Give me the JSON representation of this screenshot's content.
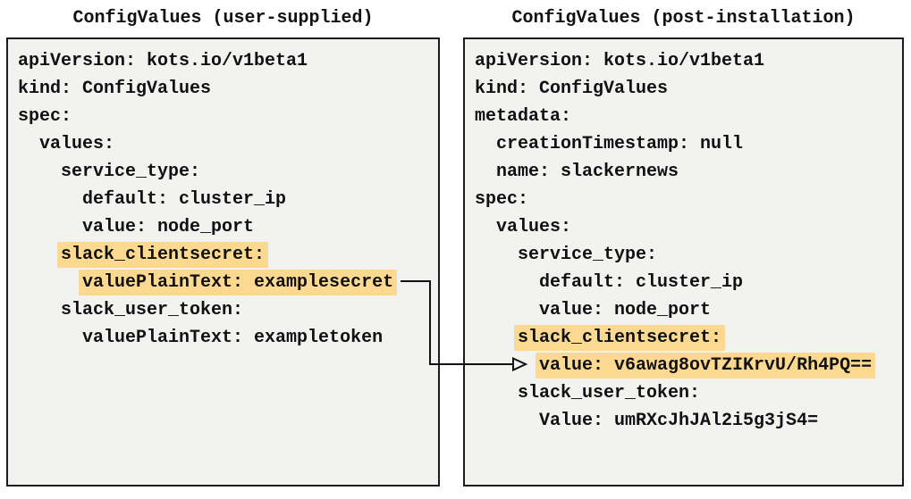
{
  "colors": {
    "highlight": "#fbd990",
    "panel_background": "#f2f2f1",
    "panel_border": "#1b1b1b",
    "arrow": "#111111"
  },
  "panels": {
    "left": {
      "title": "ConfigValues (user-supplied)",
      "lines": [
        {
          "indent": "",
          "text": "apiVersion: kots.io/v1beta1",
          "highlight": false
        },
        {
          "indent": "",
          "text": "kind: ConfigValues",
          "highlight": false
        },
        {
          "indent": "",
          "text": "spec:",
          "highlight": false
        },
        {
          "indent": "  ",
          "text": "values:",
          "highlight": false
        },
        {
          "indent": "    ",
          "text": "service_type:",
          "highlight": false
        },
        {
          "indent": "      ",
          "text": "default: cluster_ip",
          "highlight": false
        },
        {
          "indent": "      ",
          "text": "value: node_port",
          "highlight": false
        },
        {
          "indent": "    ",
          "text": "slack_clientsecret:",
          "highlight": true
        },
        {
          "indent": "      ",
          "text": "valuePlainText: examplesecret",
          "highlight": true
        },
        {
          "indent": "    ",
          "text": "slack_user_token:",
          "highlight": false
        },
        {
          "indent": "      ",
          "text": "valuePlainText: exampletoken",
          "highlight": false
        }
      ]
    },
    "right": {
      "title": "ConfigValues (post-installation)",
      "lines": [
        {
          "indent": "",
          "text": "apiVersion: kots.io/v1beta1",
          "highlight": false
        },
        {
          "indent": "",
          "text": "kind: ConfigValues",
          "highlight": false
        },
        {
          "indent": "",
          "text": "metadata:",
          "highlight": false
        },
        {
          "indent": "  ",
          "text": "creationTimestamp: null",
          "highlight": false
        },
        {
          "indent": "  ",
          "text": "name: slackernews",
          "highlight": false
        },
        {
          "indent": "",
          "text": "spec:",
          "highlight": false
        },
        {
          "indent": "  ",
          "text": "values:",
          "highlight": false
        },
        {
          "indent": "    ",
          "text": "service_type:",
          "highlight": false
        },
        {
          "indent": "      ",
          "text": "default: cluster_ip",
          "highlight": false
        },
        {
          "indent": "      ",
          "text": "value: node_port",
          "highlight": false
        },
        {
          "indent": "    ",
          "text": "slack_clientsecret:",
          "highlight": true
        },
        {
          "indent": "      ",
          "text": "value: v6awag8ovTZIKrvU/Rh4PQ==",
          "highlight": true
        },
        {
          "indent": "    ",
          "text": "slack_user_token:",
          "highlight": false
        },
        {
          "indent": "      ",
          "text": "Value: umRXcJhJAl2i5g3jS4=",
          "highlight": false
        }
      ]
    }
  },
  "arrow": {
    "type": "elbow-connector",
    "from": "valuePlainText: examplesecret",
    "to": "value: v6awag8ovTZIKrvU/Rh4PQ=="
  }
}
